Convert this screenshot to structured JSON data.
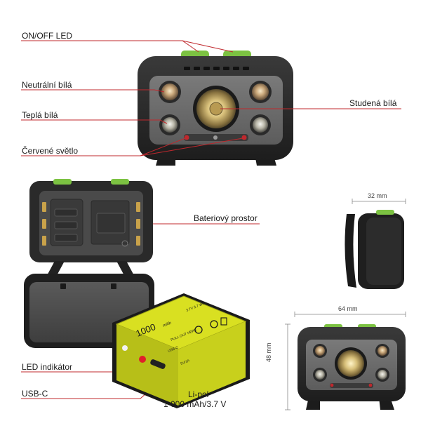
{
  "callouts": {
    "on_off_led": "ON/OFF LED",
    "neutral_white": "Neutrální bílá",
    "warm_white": "Teplá bílá",
    "red_light": "Červené světlo",
    "cold_white": "Studená bílá",
    "battery_compartment": "Bateriový prostor",
    "led_indicator": "LED indikátor",
    "usb_c": "USB-C",
    "battery_type": "Li-pol",
    "battery_spec": "1 000 mAh/3.7 V"
  },
  "dimensions": {
    "depth": "32 mm",
    "width": "64 mm",
    "height": "48 mm"
  },
  "battery_label": {
    "capacity": "1000",
    "unit": "mAh",
    "pull_text": "PULL OUT HERE",
    "port": "USB-C",
    "specs": "3.7V  3.7 Wh",
    "current": "5V/1A"
  },
  "colors": {
    "accent_green": "#7cc242",
    "callout_red": "#c0282d",
    "body_dark": "#2b2b2b",
    "battery_yellow": "#d9e021"
  }
}
